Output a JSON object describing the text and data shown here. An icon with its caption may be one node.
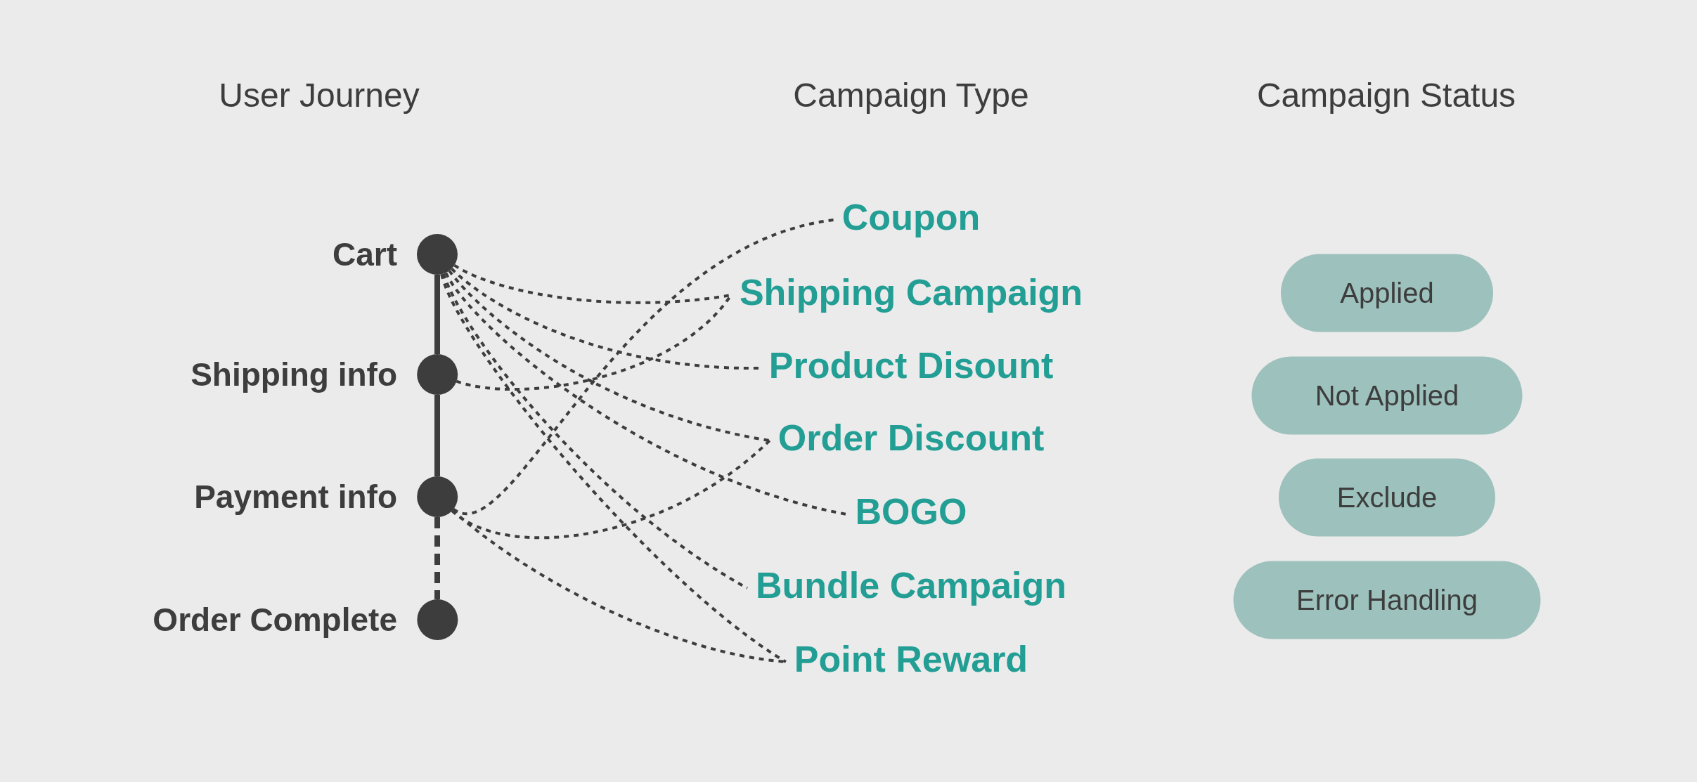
{
  "diagram": {
    "nodes": [
      {
        "text": [
          "Cart"
        ]
      },
      {
        "text": [
          "Shipping info"
        ]
      },
      {
        "text": [
          "Payment info"
        ]
      },
      {
        "text": [
          "Order Complete"
        ]
      },
      {
        "text": [
          "Coupon"
        ]
      },
      {
        "text": [
          "Shipping Campaign"
        ]
      },
      {
        "text": [
          "Product Disount"
        ]
      },
      {
        "text": [
          "Order Discount"
        ]
      },
      {
        "text": [
          "BOGO"
        ]
      },
      {
        "text": [
          "Bundle Campaign"
        ]
      },
      {
        "text": [
          "Point Reward"
        ]
      },
      {
        "text": [
          "Applied"
        ]
      },
      {
        "text": [
          "Not Applied"
        ]
      },
      {
        "text": [
          "Exclude"
        ]
      },
      {
        "text": [
          "Error Handling"
        ]
      }
    ],
    "edges": [
      {
        "from": 0,
        "to": 1,
        "arrow": "none",
        "style": "thick"
      },
      {
        "from": 1,
        "to": 2,
        "arrow": "none",
        "style": "thick"
      },
      {
        "from": 2,
        "to": 3,
        "arrow": "none",
        "style": "dashed"
      },
      {
        "from": 0,
        "to": 5,
        "arrow": "none",
        "style": "dashed"
      },
      {
        "from": 0,
        "to": 6,
        "arrow": "none",
        "style": "dashed"
      },
      {
        "from": 0,
        "to": 7,
        "arrow": "none",
        "style": "dashed"
      },
      {
        "from": 0,
        "to": 8,
        "arrow": "none",
        "style": "dashed"
      },
      {
        "from": 0,
        "to": 9,
        "arrow": "none",
        "style": "dashed"
      },
      {
        "from": 0,
        "to": 10,
        "arrow": "none",
        "style": "dashed"
      },
      {
        "from": 1,
        "to": 5,
        "arrow": "none",
        "style": "dashed"
      },
      {
        "from": 2,
        "to": 4,
        "arrow": "none",
        "style": "dashed"
      },
      {
        "from": 2,
        "to": 7,
        "arrow": "none",
        "style": "dashed"
      },
      {
        "from": 2,
        "to": 10,
        "arrow": "none",
        "style": "dashed"
      }
    ],
    "labels": [
      "User Journey",
      "Campaign Type",
      "Campaign Status"
    ]
  }
}
